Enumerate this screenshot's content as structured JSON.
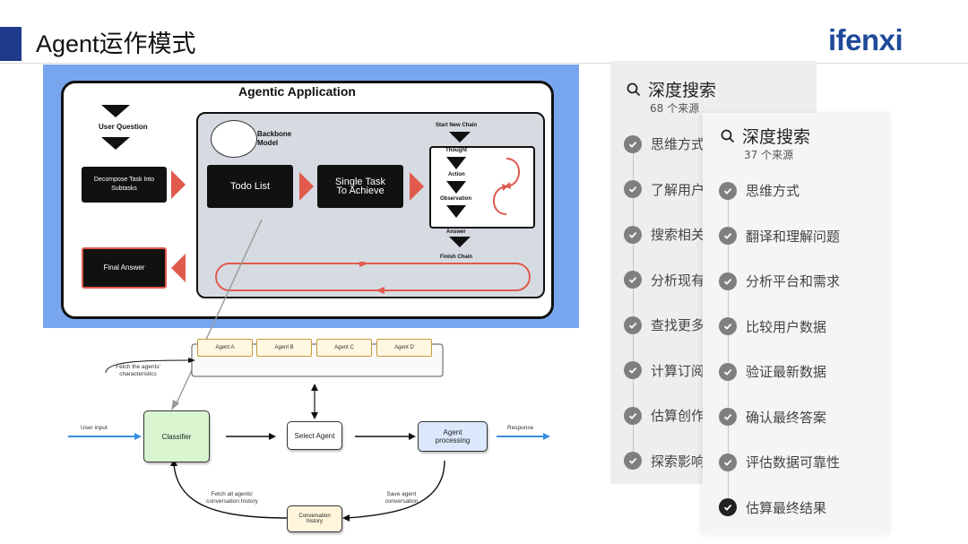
{
  "header": {
    "title": "Agent运作模式",
    "logo": "ifenxi"
  },
  "diagram_top": {
    "title": "Agentic Application",
    "user_question": "User Question",
    "decompose": "Decompose Task Into Subtasks",
    "final_answer": "Final Answer",
    "backbone": "Backbone Model",
    "todo": "Todo List",
    "single_task": "Single Task To Achieve",
    "start_chain": "Start New Chain",
    "thought": "Thought",
    "action": "Action",
    "observation": "Observation",
    "answer": "Answer",
    "finish_chain": "Finish Chain"
  },
  "diagram_bottom": {
    "agents": [
      "Agent A",
      "Agent B",
      "Agent C",
      "Agent D"
    ],
    "fetch_chars": "Fetch the agents' characteristics",
    "user_input": "User input",
    "classifier": "Classifier",
    "select_agent": "Select Agent",
    "agent_processing": "Agent processing",
    "response": "Response",
    "fetch_history": "Fetch all agents' conversation history",
    "save_conv": "Save agent conversation",
    "conv_history": "Conversation history"
  },
  "panel1": {
    "title": "深度搜索",
    "sources": "68 个来源",
    "steps": [
      "思维方式",
      "了解用户",
      "搜索相关",
      "分析现有",
      "查找更多",
      "计算订阅",
      "估算创作",
      "探索影响"
    ]
  },
  "panel2": {
    "title": "深度搜索",
    "sources": "37 个来源",
    "steps": [
      "思维方式",
      "翻译和理解问题",
      "分析平台和需求",
      "比较用户数据",
      "验证最新数据",
      "确认最终答案",
      "评估数据可靠性",
      "估算最终结果"
    ]
  },
  "colors": {
    "accent": "#1f3a8a",
    "logo": "#1f4a9a",
    "diagram_bg": "#78a6ee",
    "arrow_red": "#e05a4e",
    "classifier_bg": "#d8f5d0",
    "processing_bg": "#dbe8fb",
    "history_bg": "#fff6dc"
  }
}
